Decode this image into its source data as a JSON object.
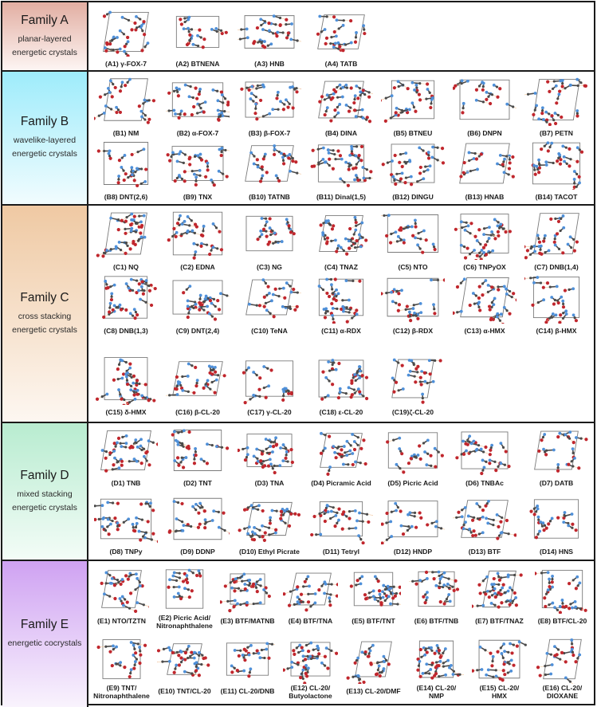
{
  "colors": {
    "border": "#1a1a1a",
    "famA_top": "#e2aea2",
    "famA_bot": "#fdf5f3",
    "famB_top": "#9eecfb",
    "famB_bot": "#f1fcfe",
    "famC_top": "#efc9a3",
    "famC_bot": "#fdf7f1",
    "famD_top": "#b8ecd0",
    "famD_bot": "#f3fcf7",
    "famE_top": "#cfa2f2",
    "famE_bot": "#f9f3fd",
    "atom_O": "#c0262d",
    "atom_N": "#4e8fd8",
    "atom_C": "#4a4a4a",
    "atom_H": "#f2c79a",
    "cell_line": "#7a7a7a"
  },
  "families": [
    {
      "id": "A",
      "title": "Family A",
      "desc1": "planar-layered",
      "desc2": "energetic crystals",
      "items": [
        {
          "label": "(A1) γ-FOX-7"
        },
        {
          "label": "(A2) BTNENA"
        },
        {
          "label": "(A3) HNB"
        },
        {
          "label": "(A4) TATB"
        }
      ]
    },
    {
      "id": "B",
      "title": "Family B",
      "desc1": "wavelike-layered",
      "desc2": "energetic crystals",
      "items": [
        {
          "label": "(B1) NM"
        },
        {
          "label": "(B2) α-FOX-7"
        },
        {
          "label": "(B3) β-FOX-7"
        },
        {
          "label": "(B4) DINA"
        },
        {
          "label": "(B5) BTNEU"
        },
        {
          "label": "(B6) DNPN"
        },
        {
          "label": "(B7) PETN"
        },
        {
          "label": "(B8) DNT(2,6)"
        },
        {
          "label": "(B9) TNX"
        },
        {
          "label": "(B10) TATNB"
        },
        {
          "label": "(B11) Dinal(1,5)"
        },
        {
          "label": "(B12) DINGU"
        },
        {
          "label": "(B13) HNAB"
        },
        {
          "label": "(B14) TACOT"
        }
      ]
    },
    {
      "id": "C",
      "title": "Family C",
      "desc1": "cross stacking",
      "desc2": "energetic crystals",
      "items": [
        {
          "label": "(C1) NQ"
        },
        {
          "label": "(C2) EDNA"
        },
        {
          "label": "(C3) NG"
        },
        {
          "label": "(C4) TNAZ"
        },
        {
          "label": "(C5) NTO"
        },
        {
          "label": "(C6) TNPyOX"
        },
        {
          "label": "(C7) DNB(1,4)"
        },
        {
          "label": "(C8) DNB(1,3)"
        },
        {
          "label": "(C9) DNT(2,4)"
        },
        {
          "label": "(C10) TeNA"
        },
        {
          "label": "(C11) α-RDX"
        },
        {
          "label": "(C12) β-RDX"
        },
        {
          "label": "(C13) α-HMX"
        },
        {
          "label": "(C14) β-HMX"
        },
        {
          "label": "(C15) δ-HMX"
        },
        {
          "label": "(C16) β-CL-20"
        },
        {
          "label": "(C17) γ-CL-20"
        },
        {
          "label": "(C18) ε-CL-20"
        },
        {
          "label": "(C19)ζ-CL-20"
        }
      ]
    },
    {
      "id": "D",
      "title": "Family D",
      "desc1": "mixed stacking",
      "desc2": "energetic crystals",
      "items": [
        {
          "label": "(D1) TNB"
        },
        {
          "label": "(D2) TNT"
        },
        {
          "label": "(D3) TNA"
        },
        {
          "label": "(D4) Picramic Acid"
        },
        {
          "label": "(D5) Picric Acid"
        },
        {
          "label": "(D6) TNBAc"
        },
        {
          "label": "(D7) DATB"
        },
        {
          "label": "(D8) TNPy"
        },
        {
          "label": "(D9) DDNP"
        },
        {
          "label": "(D10) Ethyl Picrate"
        },
        {
          "label": "(D11) Tetryl"
        },
        {
          "label": "(D12) HNDP"
        },
        {
          "label": "(D13) BTF"
        },
        {
          "label": "(D14) HNS"
        }
      ]
    },
    {
      "id": "E",
      "title": "Family E",
      "desc1": "energetic cocrystals",
      "desc2": "",
      "items": [
        {
          "label": "(E1) NTO/TZTN"
        },
        {
          "label": "(E2) Picric Acid/\nNitronaphthalene"
        },
        {
          "label": "(E3) BTF/MATNB"
        },
        {
          "label": "(E4) BTF/TNA"
        },
        {
          "label": "(E5) BTF/TNT"
        },
        {
          "label": "(E6) BTF/TNB"
        },
        {
          "label": "(E7) BTF/TNAZ"
        },
        {
          "label": "(E8) BTF/CL-20"
        },
        {
          "label": "(E9) TNT/\nNitronaphthalene"
        },
        {
          "label": "(E10) TNT/CL-20"
        },
        {
          "label": "(E11) CL-20/DNB"
        },
        {
          "label": "(E12) CL-20/\nButyolactone"
        },
        {
          "label": "(E13) CL-20/DMF"
        },
        {
          "label": "(E14) CL-20/\nNMP"
        },
        {
          "label": "(E15) CL-20/\nHMX"
        },
        {
          "label": "(E16) CL-20/\nDIOXANE"
        }
      ]
    }
  ]
}
